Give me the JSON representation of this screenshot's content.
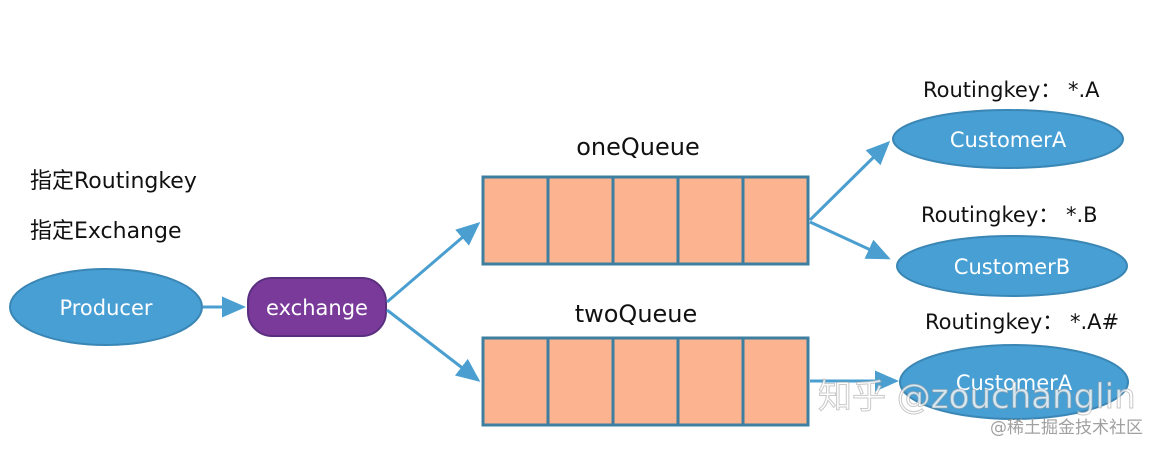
{
  "producer": {
    "label": "Producer"
  },
  "exchange": {
    "label": "exchange"
  },
  "notes": [
    "指定Routingkey",
    "指定Exchange"
  ],
  "queues": [
    {
      "name": "oneQueue",
      "slots": 5
    },
    {
      "name": "twoQueue",
      "slots": 5
    }
  ],
  "customers": [
    {
      "label": "CustomerA",
      "routing": "Routingkey： *.A"
    },
    {
      "label": "CustomerB",
      "routing": "Routingkey： *.B"
    },
    {
      "label": "CustomerA",
      "routing": "Routingkey： *.A#"
    }
  ],
  "watermark": {
    "main": "知乎 @zouchanglin",
    "sub": "@稀土掘金技术社区"
  },
  "colors": {
    "ellipse_fill": "#479fd4",
    "ellipse_stroke": "#3a86b5",
    "exchange_fill": "#7a3a9a",
    "queue_fill": "#fbb48f",
    "queue_stroke": "#3e7fa1",
    "arrow": "#4a9fd0"
  }
}
